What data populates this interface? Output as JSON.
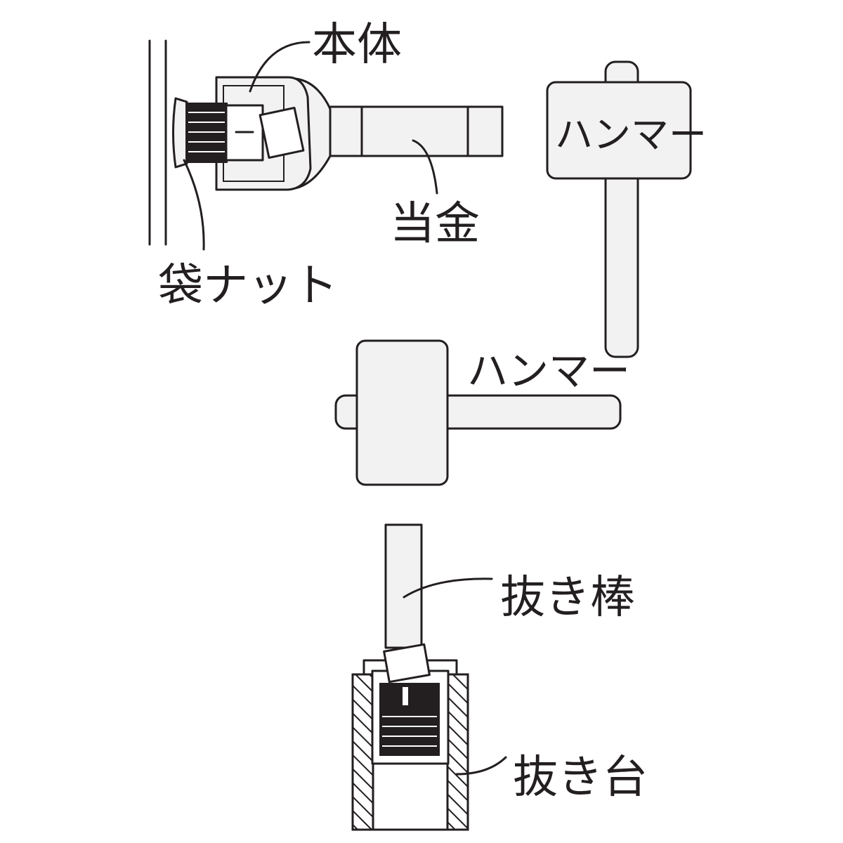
{
  "labels": {
    "body": "本体",
    "plate": "当金",
    "cap_nut": "袋ナット",
    "hammer_1": "ハンマー",
    "hammer_2": "ハンマー",
    "punch_rod": "抜き棒",
    "punch_base": "抜き台"
  },
  "colors": {
    "line": "#231f20",
    "fill": "#f2f2f2",
    "background": "#ffffff"
  }
}
